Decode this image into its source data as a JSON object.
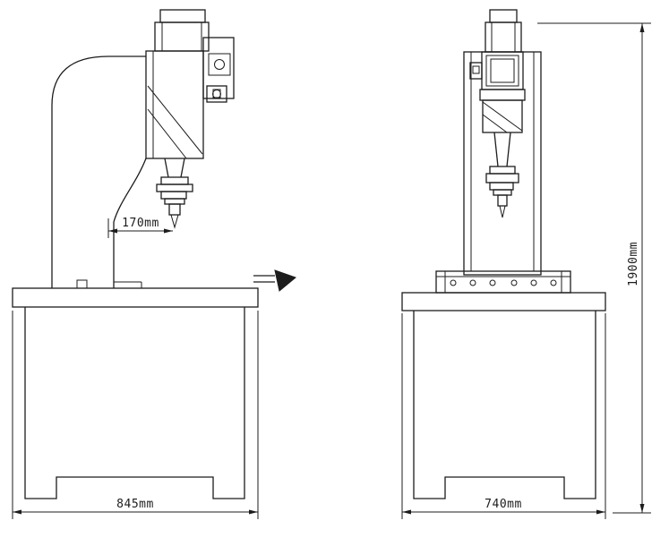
{
  "drawing": {
    "type": "technical-drawing",
    "line_color": "#1c1c1c",
    "background_color": "#ffffff"
  },
  "dimensions": {
    "throat": "170mm",
    "side_view_base_width": "845mm",
    "front_view_base_width": "740mm",
    "overall_height": "1900mm"
  }
}
